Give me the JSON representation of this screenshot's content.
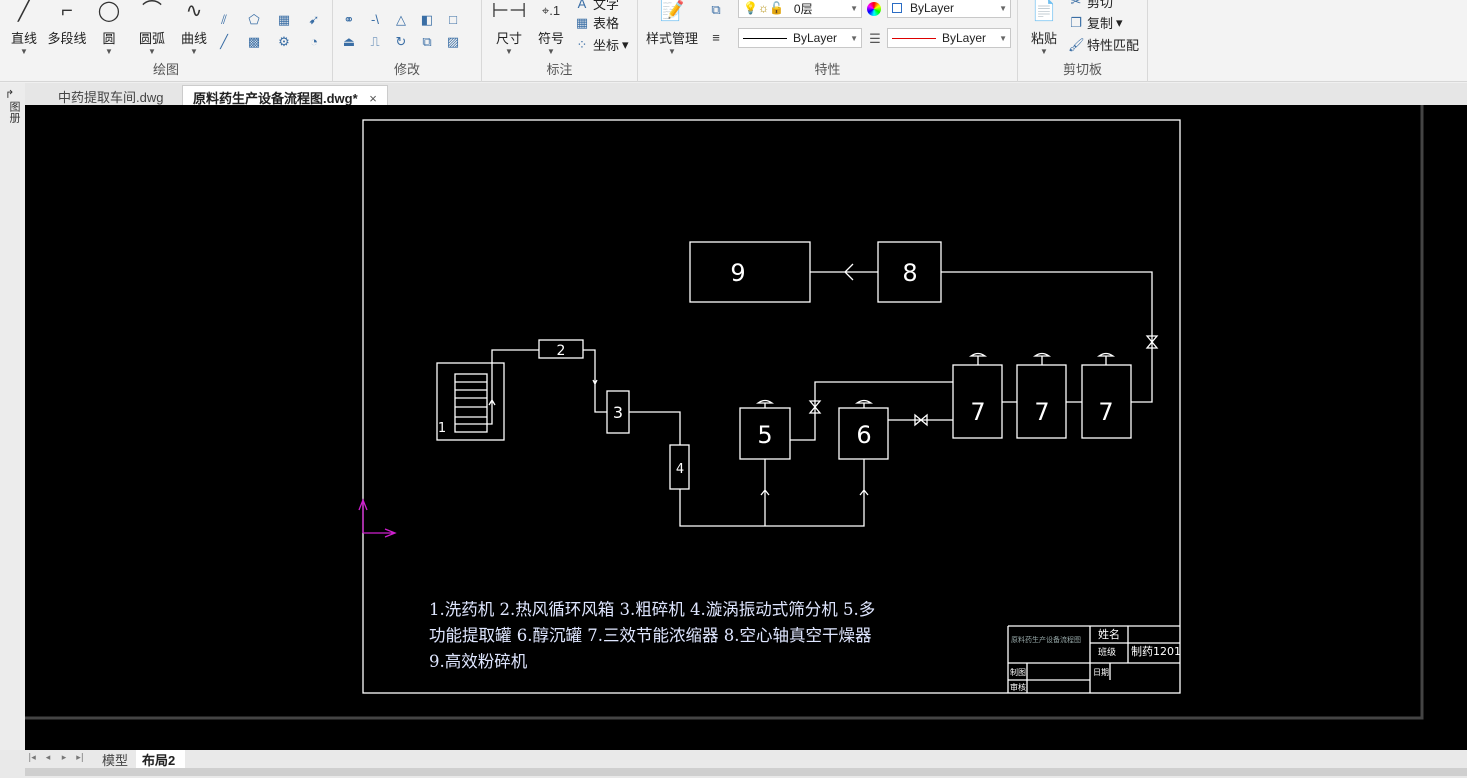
{
  "ribbon": {
    "draw": {
      "label": "绘图",
      "line": "直线",
      "polyline": "多段线",
      "circle": "圆",
      "arc": "圆弧",
      "curve": "曲线"
    },
    "modify": {
      "label": "修改"
    },
    "annotate": {
      "label": "标注",
      "dimension": "尺寸",
      "symbol": "符号",
      "text": "文字",
      "table": "表格",
      "coord": "坐标",
      "symbol_glyph": "⌖.1"
    },
    "properties": {
      "label": "特性",
      "style_mgr": "样式管理",
      "layer": "0层",
      "color": "ByLayer",
      "linetype": "ByLayer",
      "lineweight": "ByLayer"
    },
    "clipboard": {
      "label": "剪切板",
      "paste": "粘贴",
      "cut": "剪切",
      "copy": "复制",
      "match": "特性匹配"
    }
  },
  "tabs": [
    {
      "label": "中药提取车间.dwg"
    },
    {
      "label": "原料药生产设备流程图.dwg*",
      "close": "×"
    }
  ],
  "leftbar": {
    "label": "图册"
  },
  "layout_tabs": {
    "model": "模型",
    "layout": "布局2"
  },
  "drawing": {
    "nodes": {
      "n1": "1",
      "n2": "2",
      "n3": "3",
      "n4": "4",
      "n5": "5",
      "n6": "6",
      "n7a": "7",
      "n7b": "7",
      "n7c": "7",
      "n8": "8",
      "n9": "9"
    },
    "legend": [
      "1.洗药机 2.热风循环风箱 3.粗碎机 4.漩涡振动式筛分机 5.多",
      "功能提取罐 6.醇沉罐 7.三效节能浓缩器 8.空心轴真空干燥器",
      "9.高效粉碎机"
    ],
    "title_block": {
      "title": "原料药生产设备流程图",
      "name_label": "姓名",
      "class_label": "班级",
      "class_value": "制药1201",
      "drawn_label": "制图",
      "date_label": "日期",
      "check_label": "审核"
    }
  }
}
